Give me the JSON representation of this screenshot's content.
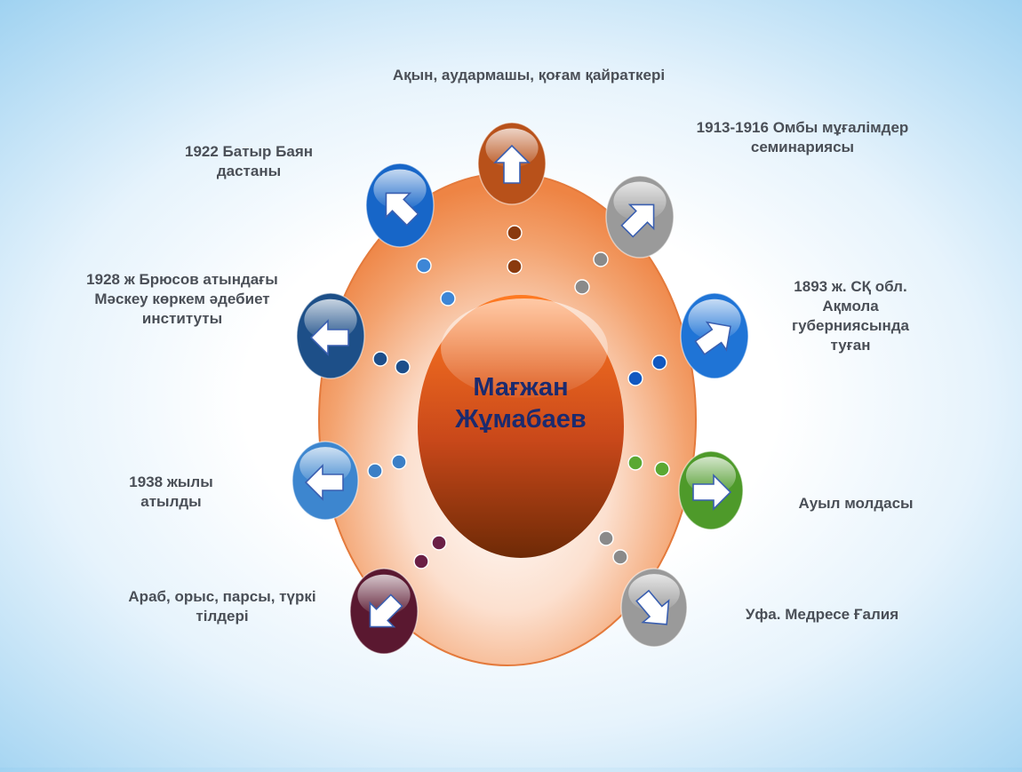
{
  "center": {
    "title": "Мағжан\nЖұмабаев"
  },
  "labels": {
    "top": "Ақын, аудармашы, қоғам қайраткері",
    "top_right": "1913-1916 Омбы мұғалімдер\nсеминариясы",
    "right_upper": "1893 ж. СҚ обл.\nАқмола\nгуберниясында\nтуған",
    "right_lower": "Ауыл молдасы",
    "bottom_right": "Уфа. Медресе Ғалия",
    "bottom_left": "Араб, орыс, парсы, түркі\nтілдері",
    "left_lower": "1938 жылы\nатылды",
    "left_upper": "1928 ж Брюсов атындағы\nМәскеу көркем әдебиет\nинституты",
    "top_left": "1922 Батыр Баян\nдастаны"
  },
  "colors": {
    "top": "#b8511a",
    "top_right": "#9a9a9a",
    "right_upper": "#1f74d6",
    "right_lower": "#4e9a2a",
    "bottom_right": "#9a9a9a",
    "bottom_left": "#5a1830",
    "left_lower": "#3d86cf",
    "left_upper": "#1d4f88",
    "top_left": "#1766c8",
    "dots_top": "#8a3a0e",
    "dots_top_right": "#8a8a8a",
    "dots_right_upper": "#1158c0",
    "dots_right_lower": "#5aa832",
    "dots_bottom_right": "#8a8a8a",
    "dots_bottom_left": "#6a1f45",
    "dots_left_lower": "#3b7fc6",
    "dots_left_upper": "#1c4e8a",
    "dots_top_left": "#3d86d6"
  }
}
